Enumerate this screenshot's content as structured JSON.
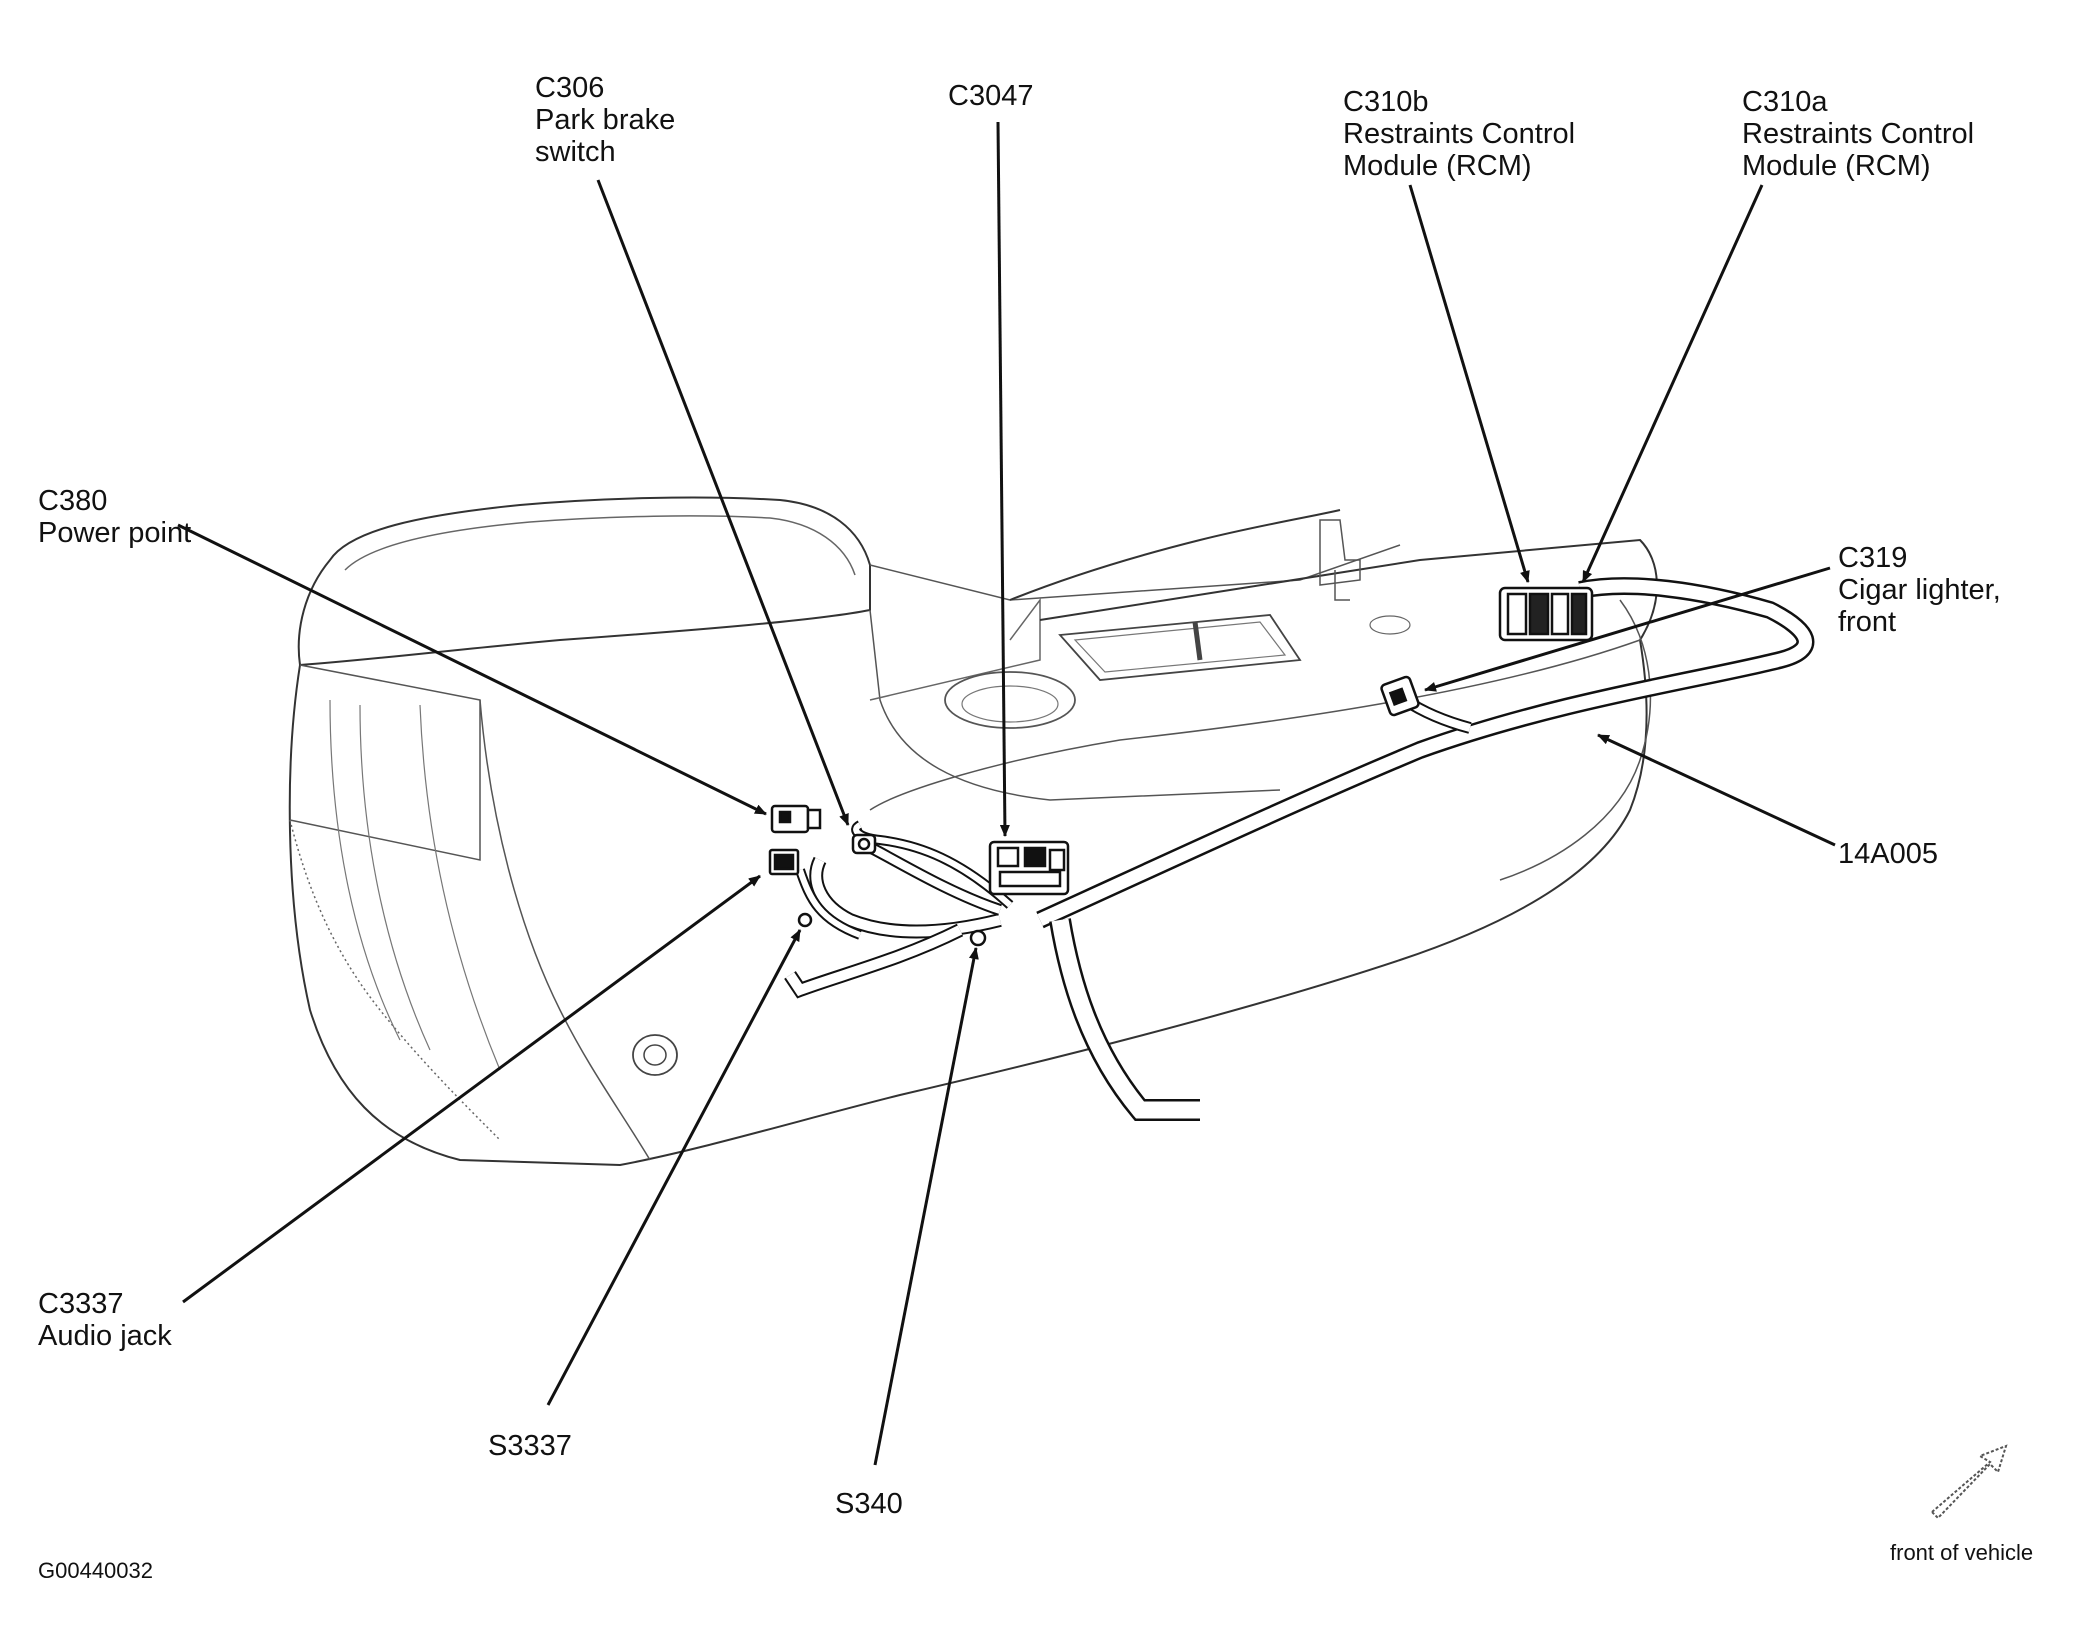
{
  "diagram_id": "G00440032",
  "callouts": {
    "c306": {
      "code": "C306",
      "desc1": "Park brake",
      "desc2": "switch"
    },
    "c3047": {
      "code": "C3047"
    },
    "c310b": {
      "code": "C310b",
      "desc1": "Restraints Control",
      "desc2": "Module (RCM)"
    },
    "c310a": {
      "code": "C310a",
      "desc1": "Restraints Control",
      "desc2": "Module (RCM)"
    },
    "c380": {
      "code": "C380",
      "desc1": "Power point"
    },
    "c319": {
      "code": "C319",
      "desc1": "Cigar lighter,",
      "desc2": "front"
    },
    "h14a005": {
      "code": "14A005"
    },
    "c3337": {
      "code": "C3337",
      "desc1": "Audio jack"
    },
    "s3337": {
      "code": "S3337"
    },
    "s340": {
      "code": "S340"
    }
  },
  "orientation": {
    "label": "front of vehicle",
    "icon": "arrow-icon"
  }
}
